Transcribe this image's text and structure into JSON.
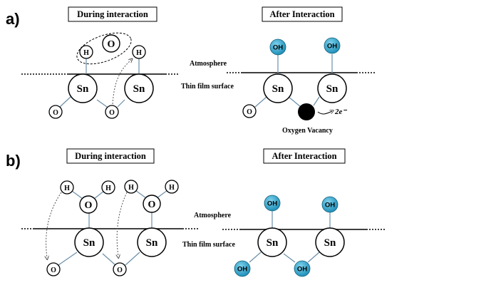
{
  "panels": {
    "a": "a)",
    "b": "b)"
  },
  "headers": {
    "during": "During interaction",
    "after": "After Interaction"
  },
  "labels": {
    "atmosphere": "Atmosphere",
    "surface": "Thin film surface",
    "vacancy": "Oxygen Vacancy",
    "electrons": "2e⁻"
  },
  "atoms": {
    "sn": "Sn",
    "o": "O",
    "h": "H",
    "oh": "OH"
  },
  "colors": {
    "oh_fill": "#2a9fc4",
    "bond": "#6b8fa8",
    "vacancy": "#000000"
  }
}
